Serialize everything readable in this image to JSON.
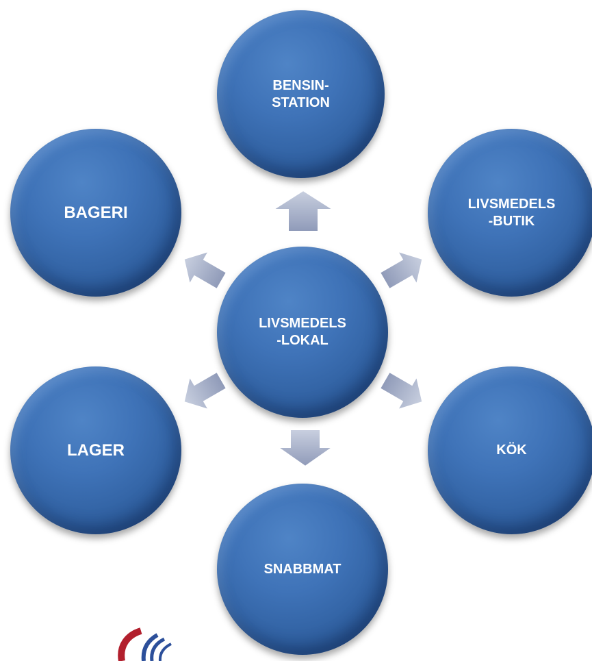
{
  "diagram": {
    "center": {
      "line1": "LIVSMEDELS",
      "line2": "-LOKAL"
    },
    "nodes": {
      "top": {
        "line1": "BENSIN-",
        "line2": "STATION"
      },
      "top_right": {
        "line1": "LIVSMEDELS",
        "line2": "-BUTIK"
      },
      "top_left": {
        "line1": "BAGERI"
      },
      "bottom_left": {
        "line1": "LAGER"
      },
      "bottom_right": {
        "line1": "KÖK"
      },
      "bottom": {
        "line1": "SNABBMAT"
      }
    },
    "colors": {
      "node_fill": "#3f73b8",
      "node_text": "#ffffff",
      "arrow_fill": "#a9b3cc"
    }
  }
}
